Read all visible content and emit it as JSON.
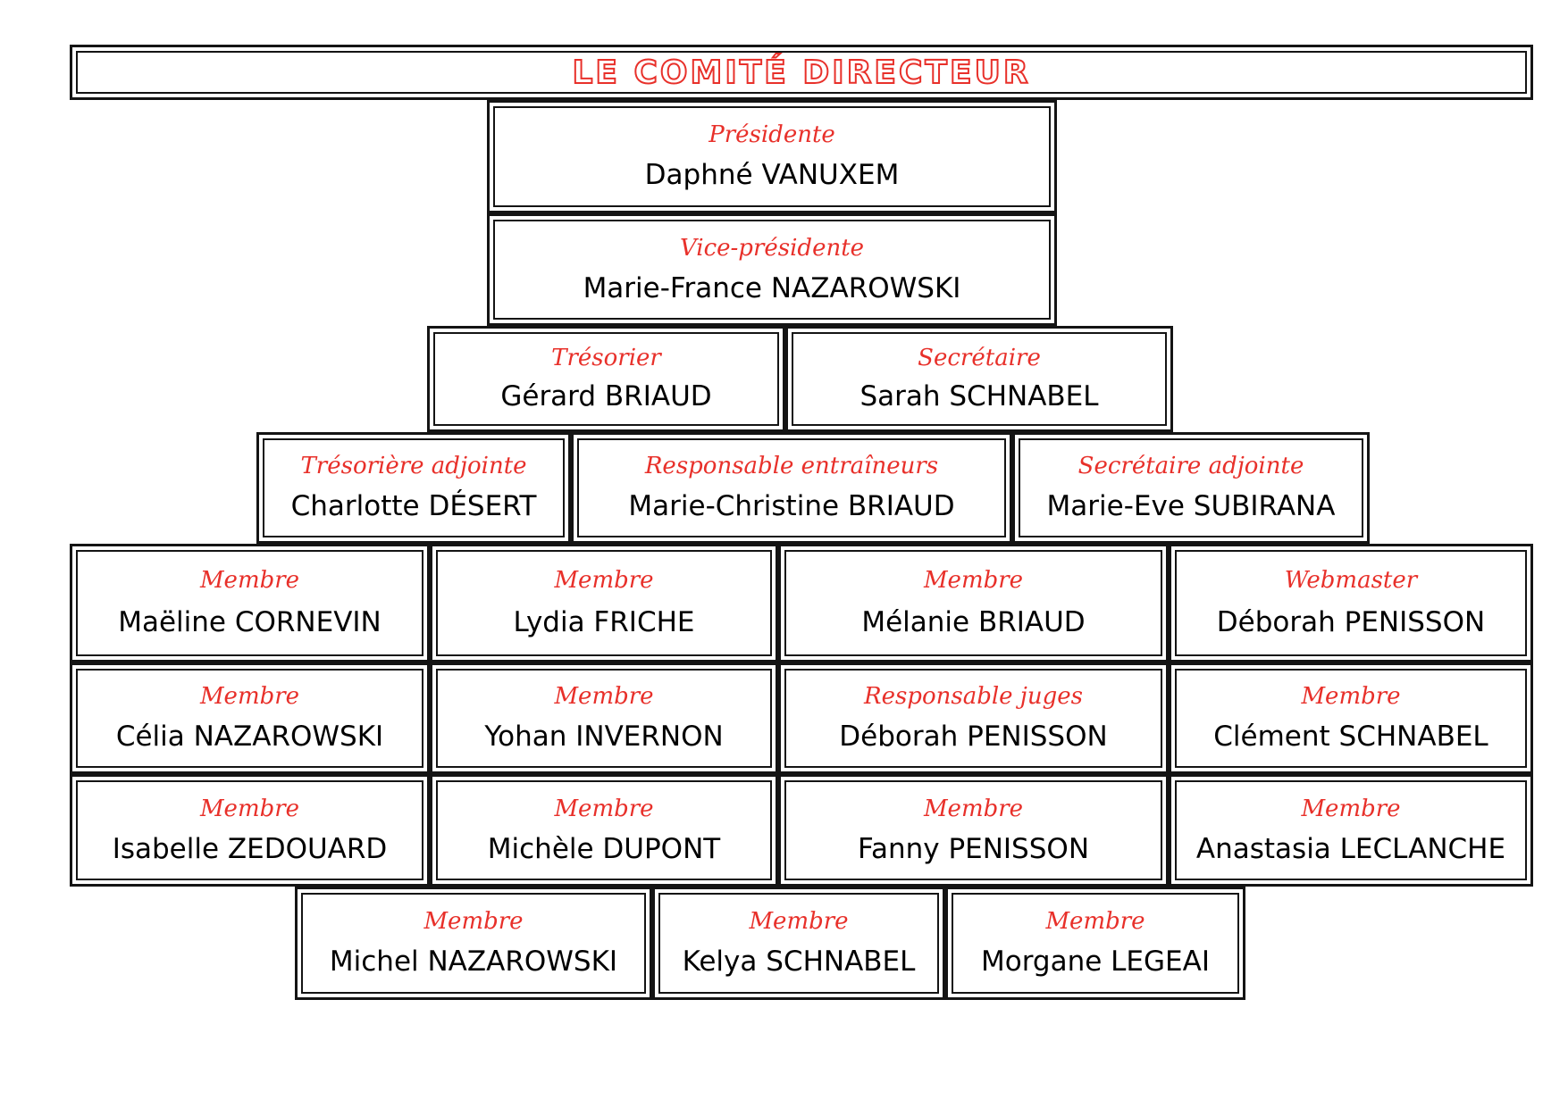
{
  "title": "LE COMITÉ DIRECTEUR",
  "colors": {
    "red": "#e8302a",
    "ink": "#141414"
  },
  "rows": [
    [
      {
        "role": "Présidente",
        "name": "Daphné VANUXEM"
      }
    ],
    [
      {
        "role": "Vice-présidente",
        "name": "Marie-France NAZAROWSKI"
      }
    ],
    [
      {
        "role": "Trésorier",
        "name": "Gérard BRIAUD"
      },
      {
        "role": "Secrétaire",
        "name": "Sarah SCHNABEL"
      }
    ],
    [
      {
        "role": "Trésorière adjointe",
        "name": "Charlotte DÉSERT"
      },
      {
        "role": "Responsable entraîneurs",
        "name": "Marie-Christine BRIAUD"
      },
      {
        "role": "Secrétaire adjointe",
        "name": "Marie-Eve SUBIRANA"
      }
    ],
    [
      {
        "role": "Membre",
        "name": "Maëline CORNEVIN"
      },
      {
        "role": "Membre",
        "name": "Lydia FRICHE"
      },
      {
        "role": "Membre",
        "name": "Mélanie BRIAUD"
      },
      {
        "role": "Webmaster",
        "name": "Déborah PENISSON"
      }
    ],
    [
      {
        "role": "Membre",
        "name": "Célia NAZAROWSKI"
      },
      {
        "role": "Membre",
        "name": "Yohan INVERNON"
      },
      {
        "role": "Responsable juges",
        "name": "Déborah PENISSON"
      },
      {
        "role": "Membre",
        "name": "Clément SCHNABEL"
      }
    ],
    [
      {
        "role": "Membre",
        "name": "Isabelle ZEDOUARD"
      },
      {
        "role": "Membre",
        "name": "Michèle DUPONT"
      },
      {
        "role": "Membre",
        "name": "Fanny PENISSON"
      },
      {
        "role": "Membre",
        "name": "Anastasia LECLANCHE"
      }
    ],
    [
      {
        "role": "Membre",
        "name": "Michel NAZAROWSKI"
      },
      {
        "role": "Membre",
        "name": "Kelya SCHNABEL"
      },
      {
        "role": "Membre",
        "name": "Morgane LEGEAI"
      }
    ]
  ]
}
